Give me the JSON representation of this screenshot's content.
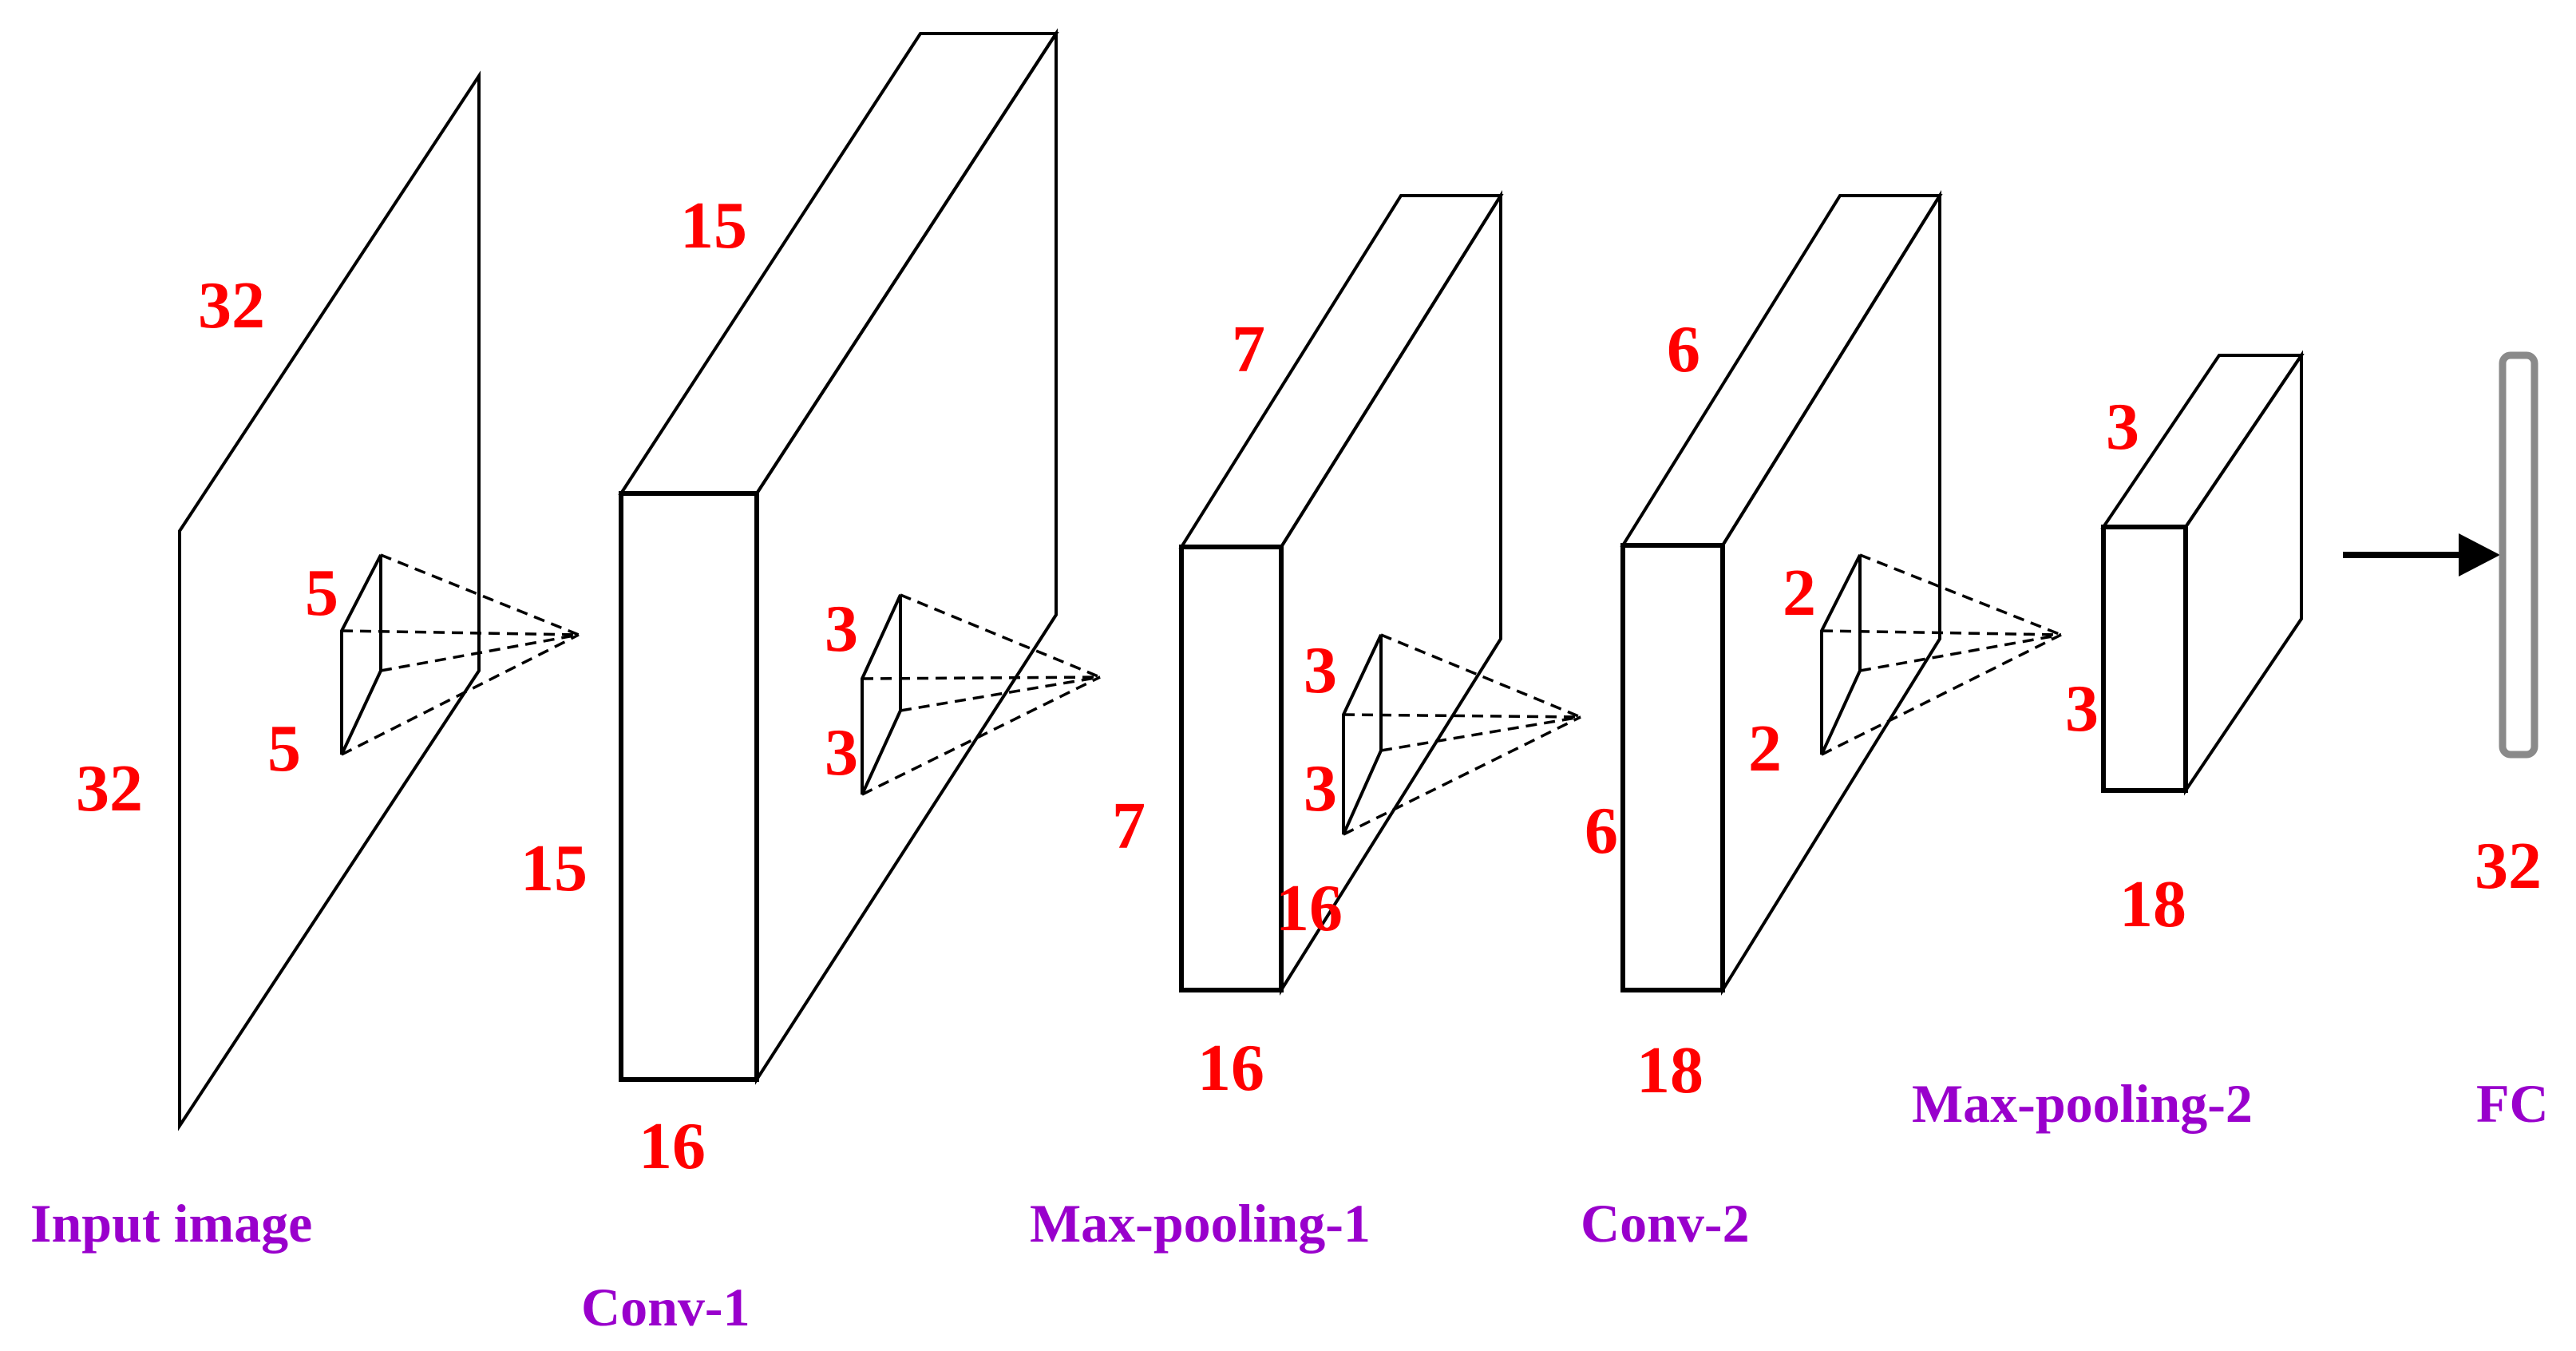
{
  "colors": {
    "dimension_text": "#ff0000",
    "caption_text": "#9900cc",
    "lines": "#000000",
    "fc_bar": "#8a8a8a"
  },
  "layers": {
    "input": {
      "caption": "Input image",
      "top": "32",
      "side": "32",
      "kernel_top": "5",
      "kernel_side": "5"
    },
    "conv1": {
      "caption": "Conv-1",
      "depth": "15",
      "height": "15",
      "width": "16",
      "kernel_top": "3",
      "kernel_side": "3"
    },
    "pool1": {
      "caption": "Max-pooling-1",
      "depth": "7",
      "height": "7",
      "width": "16",
      "depth_label": "16",
      "kernel_top": "3",
      "kernel_side": "3"
    },
    "conv2": {
      "caption": "Conv-2",
      "depth": "6",
      "height": "6",
      "width": "18",
      "kernel_top": "2",
      "kernel_side": "2"
    },
    "pool2": {
      "caption": "Max-pooling-2",
      "depth": "3",
      "height": "3",
      "width": "18"
    },
    "fc": {
      "caption": "FC",
      "size": "32"
    }
  }
}
